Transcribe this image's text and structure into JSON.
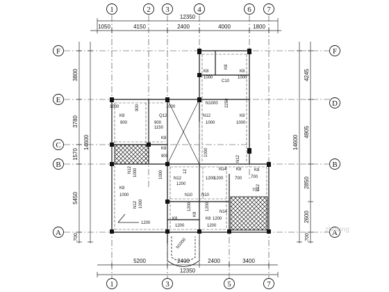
{
  "axes_top": [
    "1",
    "2",
    "3",
    "4",
    "6",
    "7"
  ],
  "axes_bottom": [
    "1",
    "3",
    "5",
    "7"
  ],
  "axes_left": [
    "F",
    "E",
    "C",
    "B",
    "A"
  ],
  "axes_right": [
    "F",
    "D",
    "B",
    "A"
  ],
  "dims": {
    "top_total": "12350",
    "top": [
      "1050",
      "4150",
      "2400",
      "4000",
      "1800"
    ],
    "bottom": [
      "5200",
      "2400",
      "2400",
      "3400"
    ],
    "bottom_total": "12350",
    "left": [
      "3800",
      "3780",
      "1570",
      "5450",
      "700"
    ],
    "left_total": "14600",
    "right": [
      "4245",
      "4905",
      "2850",
      "2600",
      "700"
    ],
    "right_total": "14600"
  },
  "labels": {
    "k8": "K8",
    "n12": "N12",
    "n10": "N10",
    "n14": "N14",
    "v1000": "1000",
    "v1200": "1200",
    "v900": "900",
    "v700": "700",
    "v1150": "1150",
    "v2250": "2250",
    "v12": "12",
    "c10": "C10",
    "o10": "O10",
    "l12": "L12",
    "q12": "Q12",
    "n1000": "N1000"
  },
  "watermark": "zhulong"
}
